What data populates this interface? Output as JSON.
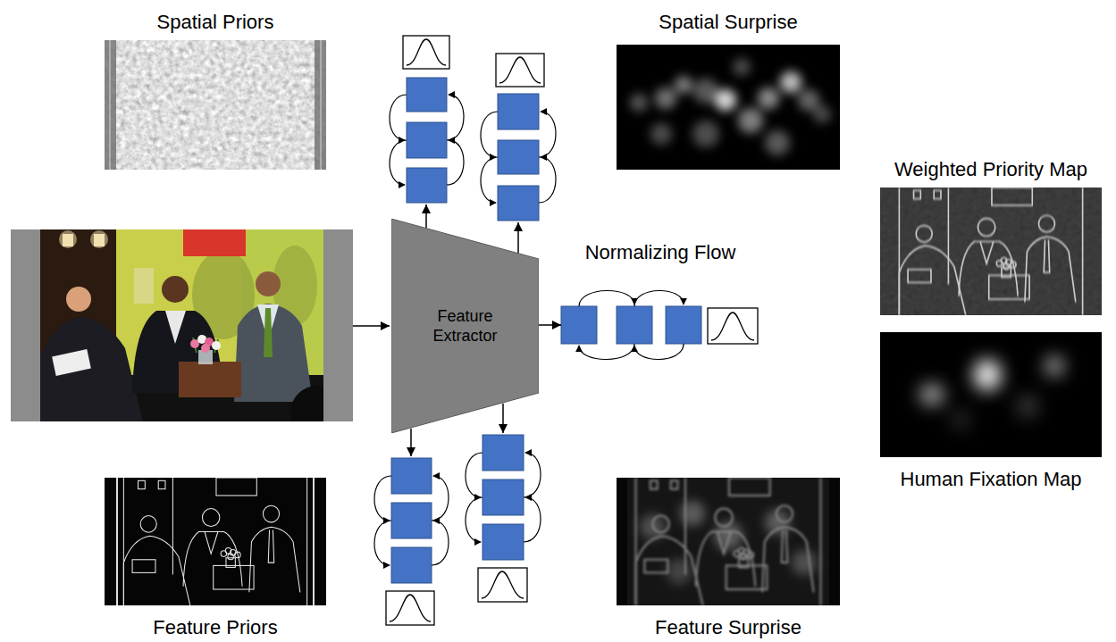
{
  "diagram": {
    "nodes": [
      {
        "text": [
          "Spatial Priors"
        ]
      },
      {
        "text": [
          "Spatial Surprise"
        ]
      },
      {
        "text": [
          "Weighted Priority Map"
        ]
      },
      {
        "text": [
          "Feature Extractor"
        ]
      },
      {
        "text": [
          "Normalizing Flow"
        ]
      },
      {
        "text": [
          "Human Fixation Map"
        ]
      },
      {
        "text": [
          "Feature Priors"
        ]
      },
      {
        "text": [
          "Feature Surprise"
        ]
      }
    ],
    "edges": [
      {
        "from": 3,
        "to": 4,
        "arrow": "to"
      }
    ]
  }
}
